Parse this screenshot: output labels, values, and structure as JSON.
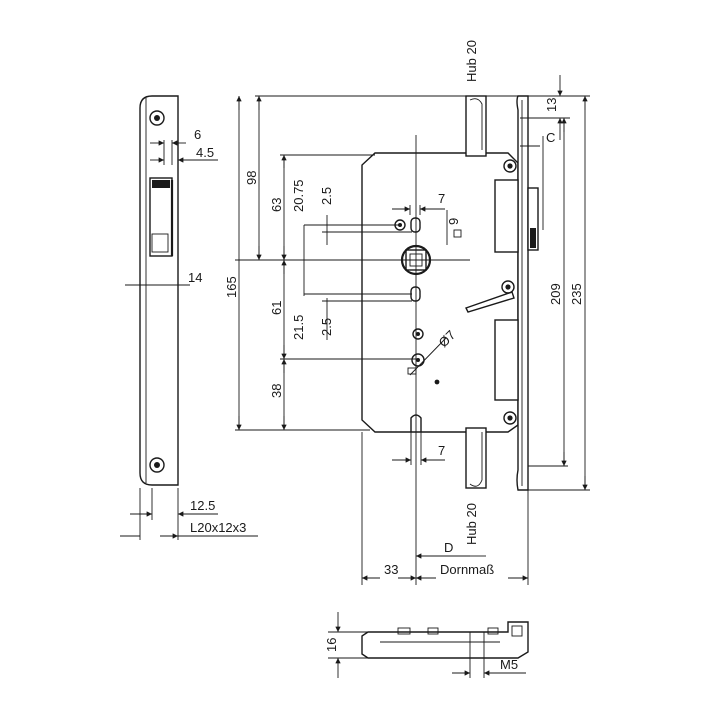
{
  "side_view": {
    "dim_6": "6",
    "dim_4_5": "4.5",
    "dim_14": "14",
    "dim_12_5": "12.5",
    "dim_faceplate": "L20x12x3"
  },
  "front_view": {
    "hub_top": "Hub 20",
    "hub_bottom": "Hub 20",
    "dim_13": "13",
    "dim_C": "C",
    "dim_98": "98",
    "dim_63": "63",
    "dim_20_75": "20.75",
    "dim_2_5_top": "2.5",
    "dim_7_top": "7",
    "dim_9": "9",
    "dim_165": "165",
    "dim_61": "61",
    "dim_21_5": "21.5",
    "dim_2_5_bottom": "2.5",
    "dim_dia7": "Ø7",
    "dim_38": "38",
    "dim_209": "209",
    "dim_235": "235",
    "dim_7_bottom": "7",
    "dim_D": "D",
    "dim_33": "33",
    "dim_dornmass": "Dornmaß"
  },
  "bottom_view": {
    "dim_16": "16",
    "dim_M5": "M5"
  }
}
